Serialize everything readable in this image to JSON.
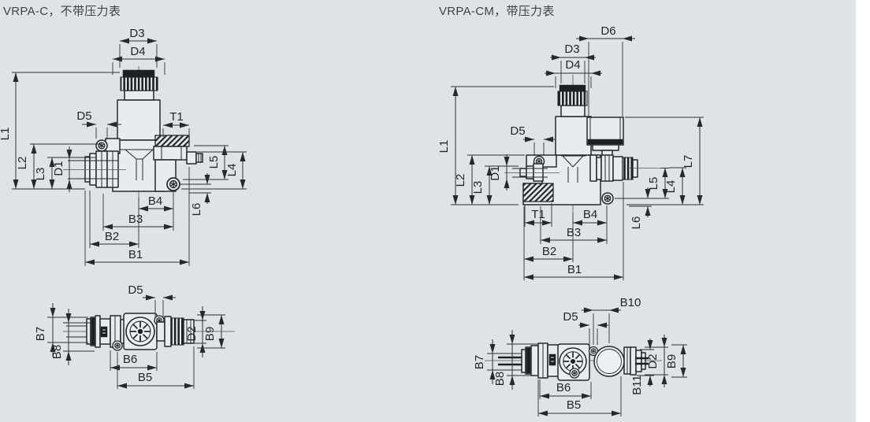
{
  "page": {
    "background": "#dfe3e8",
    "right_margin_color": "#ffffff",
    "line_color": "#26292c",
    "text_color": "#232629"
  },
  "left": {
    "title": "VRPA-C，不带压力表",
    "front": {
      "D3": "D3",
      "D4": "D4",
      "D5": "D5",
      "T1": "T1",
      "L1": "L1",
      "L2": "L2",
      "L3": "L3",
      "D1": "D1",
      "L5": "L5",
      "L4": "L4",
      "L6": "L6",
      "B4": "B4",
      "B3": "B3",
      "B2": "B2",
      "B1": "B1"
    },
    "top": {
      "D5": "D5",
      "B7": "B7",
      "B8": "B8",
      "D2": "D2",
      "B9": "B9",
      "B6": "B6",
      "B5": "B5"
    }
  },
  "right": {
    "title": "VRPA-CM，带压力表",
    "front": {
      "D6": "D6",
      "D3": "D3",
      "D4": "D4",
      "D5": "D5",
      "D1": "D1",
      "T1": "T1",
      "L1": "L1",
      "L2": "L2",
      "L3": "L3",
      "L5": "L5",
      "L4": "L4",
      "L6": "L6",
      "L7": "L7",
      "B4": "B4",
      "B3": "B3",
      "B2": "B2",
      "B1": "B1"
    },
    "top": {
      "B10": "B10",
      "D5": "D5",
      "B7": "B7",
      "B8": "B8",
      "D2": "D2",
      "B9": "B9",
      "B11": "B11",
      "B6": "B6",
      "B5": "B5"
    }
  }
}
